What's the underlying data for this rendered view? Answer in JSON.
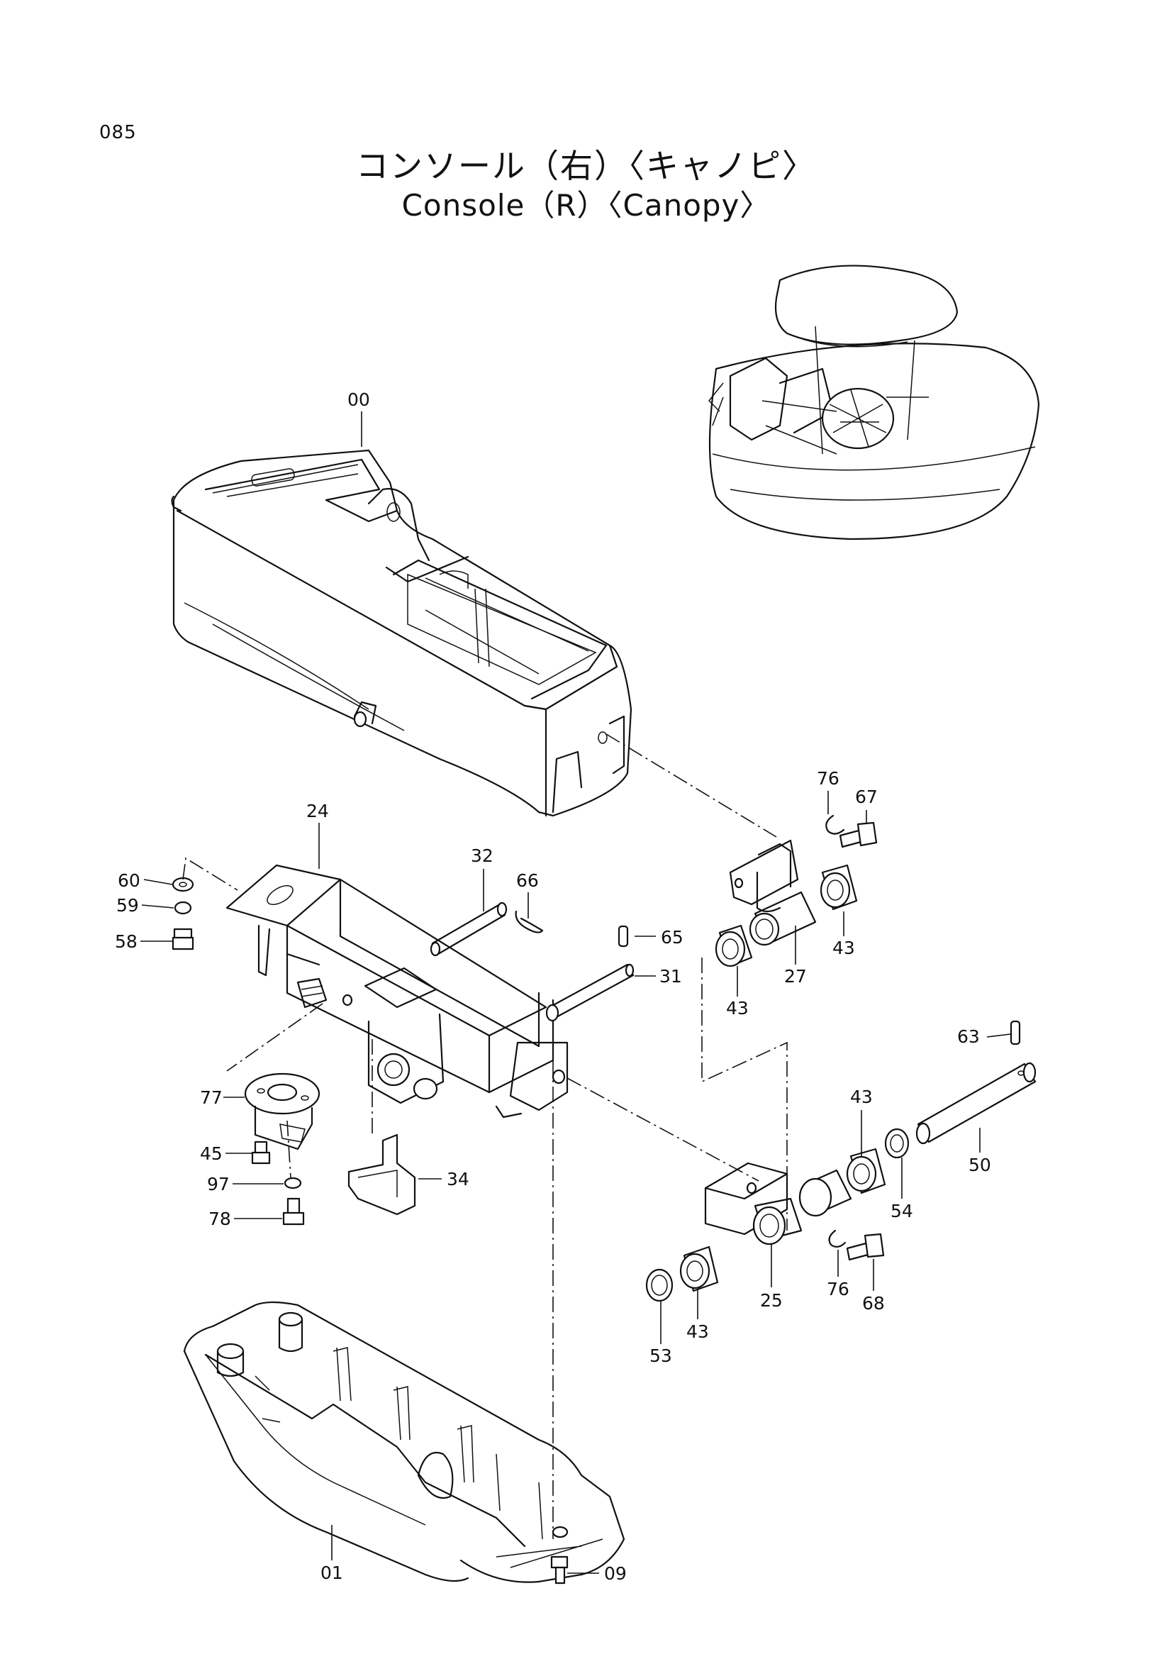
{
  "page": {
    "number": "085",
    "title_ja": "コンソール（右）〈キャノピ〉",
    "title_en": "Console（R）〈Canopy〉"
  },
  "parts": [
    {
      "id": "p00",
      "label": "00"
    },
    {
      "id": "p01",
      "label": "01"
    },
    {
      "id": "p09",
      "label": "09"
    },
    {
      "id": "p24",
      "label": "24"
    },
    {
      "id": "p25",
      "label": "25"
    },
    {
      "id": "p27",
      "label": "27"
    },
    {
      "id": "p31",
      "label": "31"
    },
    {
      "id": "p32",
      "label": "32"
    },
    {
      "id": "p34",
      "label": "34"
    },
    {
      "id": "p43a",
      "label": "43"
    },
    {
      "id": "p43b",
      "label": "43"
    },
    {
      "id": "p43c",
      "label": "43"
    },
    {
      "id": "p43d",
      "label": "43"
    },
    {
      "id": "p45",
      "label": "45"
    },
    {
      "id": "p50",
      "label": "50"
    },
    {
      "id": "p53",
      "label": "53"
    },
    {
      "id": "p54",
      "label": "54"
    },
    {
      "id": "p58",
      "label": "58"
    },
    {
      "id": "p59",
      "label": "59"
    },
    {
      "id": "p60",
      "label": "60"
    },
    {
      "id": "p63",
      "label": "63"
    },
    {
      "id": "p65",
      "label": "65"
    },
    {
      "id": "p66",
      "label": "66"
    },
    {
      "id": "p67",
      "label": "67"
    },
    {
      "id": "p68",
      "label": "68"
    },
    {
      "id": "p76a",
      "label": "76"
    },
    {
      "id": "p76b",
      "label": "76"
    },
    {
      "id": "p77",
      "label": "77"
    },
    {
      "id": "p78",
      "label": "78"
    },
    {
      "id": "p97",
      "label": "97"
    }
  ]
}
